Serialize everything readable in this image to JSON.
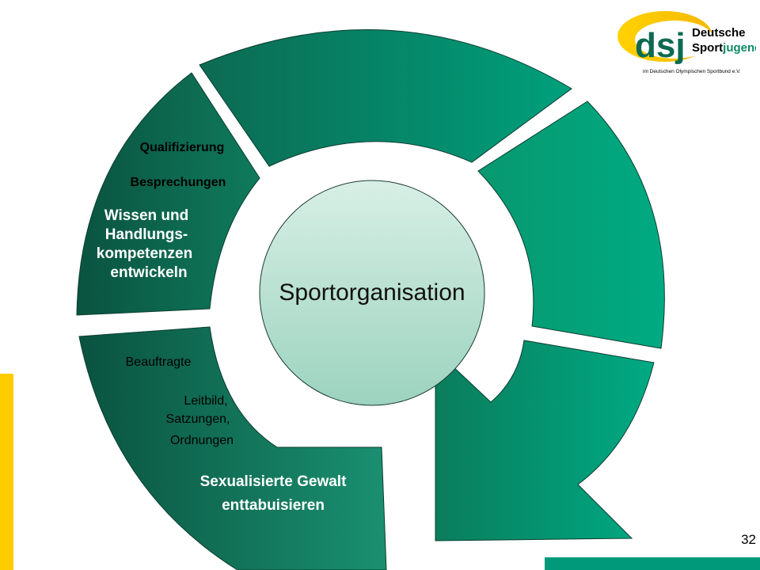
{
  "center": {
    "label": "Sportorganisation"
  },
  "left_upper": {
    "items": [
      "Qualifizierung",
      "Besprechungen"
    ],
    "heading": [
      "Wissen und",
      "Handlungs-",
      "kompetenzen",
      "entwickeln"
    ]
  },
  "left_lower": {
    "items": [
      "Beauftragte",
      "Leitbild,",
      "Satzungen,",
      "Ordnungen"
    ],
    "heading": [
      "Sexualisierte Gewalt",
      "enttabuisieren"
    ]
  },
  "logo": {
    "mark": "dsj",
    "word1": "Deutsche",
    "word2a": "Sport",
    "word2b": "jugend",
    "tagline": "im Deutschen Olympischen Sportbund e.V."
  },
  "page_number": "32",
  "colors": {
    "teal": "#009a7a",
    "dark_green": "#0a5a45",
    "yellow": "#ffcc00"
  }
}
